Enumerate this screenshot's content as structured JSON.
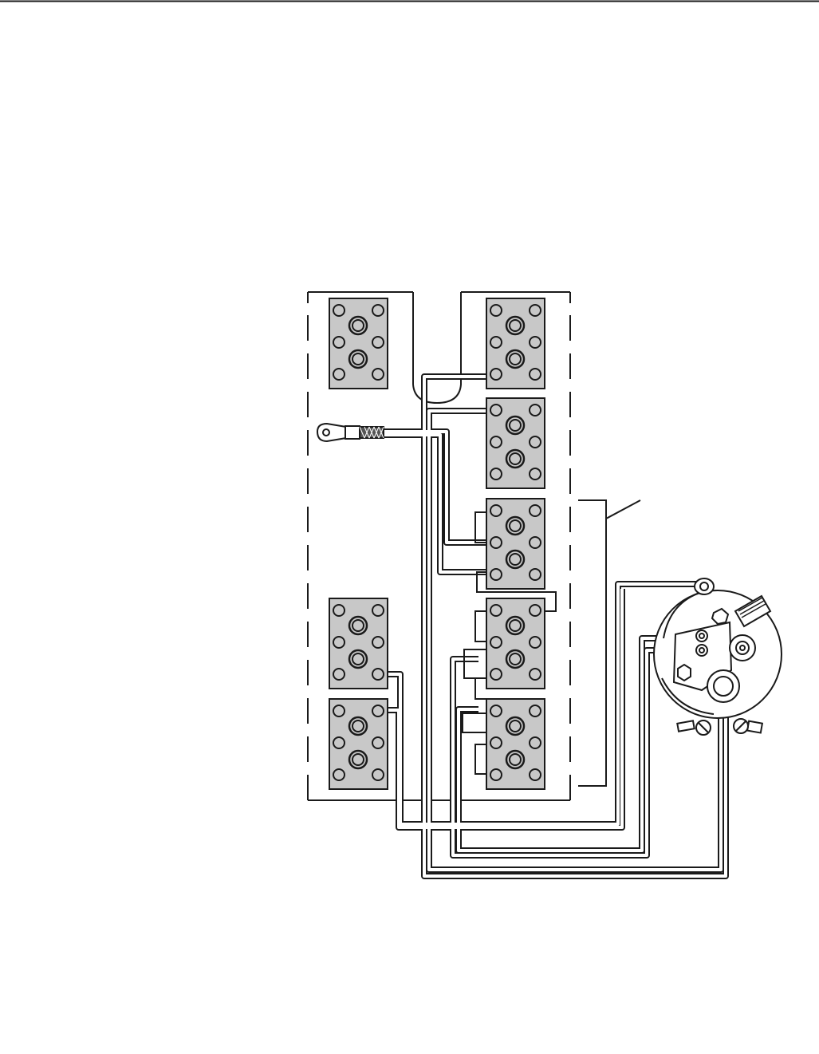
{
  "page": {
    "title": "",
    "labels": []
  },
  "colors": {
    "line": "#1a1a1a",
    "terminal_fill": "#c8c8c8",
    "wire_fill": "#ffffff",
    "background": "#ffffff"
  },
  "diagram": {
    "terminal_blocks": [
      "terminal-block-left-top",
      "terminal-block-right-1",
      "terminal-block-right-2",
      "terminal-block-right-3",
      "terminal-block-right-4",
      "terminal-block-right-5",
      "terminal-block-left-middle",
      "terminal-block-left-bottom"
    ],
    "components": [
      "ground-lug-icon",
      "connector-receptacle-icon",
      "bracket-callout"
    ]
  }
}
